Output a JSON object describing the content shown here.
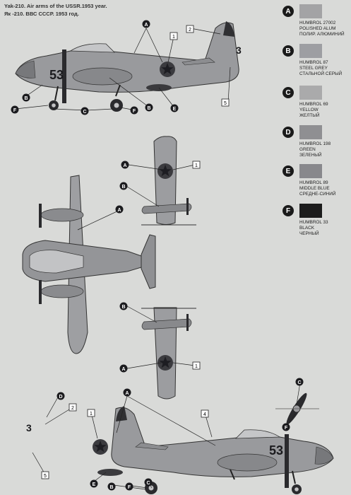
{
  "header": {
    "title_en": "Yak-210. Air arms of the USSR.1953 year.",
    "title_ru": "Як -210. ВВС СССР. 1953 год."
  },
  "legend": [
    {
      "letter": "A",
      "code": "HUMBROL 27002",
      "name_en": "POLISHED ALUM",
      "name_ru": "ПОЛИР. АЛЮМИНИЙ",
      "color": "#a3a3a5"
    },
    {
      "letter": "B",
      "code": "HUMBROL 87",
      "name_en": "STEEL GREY",
      "name_ru": "СТАЛЬНОЙ СЕРЫЙ",
      "color": "#9d9ea2"
    },
    {
      "letter": "C",
      "code": "HUMBROL 69",
      "name_en": "YELLOW",
      "name_ru": "ЖЕЛТЫЙ",
      "color": "#aaaaab"
    },
    {
      "letter": "D",
      "code": "HUMBROL 198",
      "name_en": "GREEN",
      "name_ru": "ЗЕЛЕНЫЙ",
      "color": "#8f8f92"
    },
    {
      "letter": "E",
      "code": "HUMBROL 89",
      "name_en": "MIDDLE BLUE",
      "name_ru": "СРЕДНЕ-СИНИЙ",
      "color": "#88888c"
    },
    {
      "letter": "F",
      "code": "HUMBROL 33",
      "name_en": "BLACK",
      "name_ru": "ЧЕРНЫЙ",
      "color": "#1c1c1c"
    }
  ],
  "markings": {
    "nose_number": "53",
    "tail_number": "3"
  },
  "callouts": {
    "paint_A": "A",
    "paint_B": "B",
    "paint_C": "C",
    "paint_D": "D",
    "paint_E": "E",
    "paint_F": "F",
    "decal_1": "1",
    "decal_2": "2",
    "decal_3": "3",
    "decal_4": "4",
    "decal_5": "5"
  }
}
